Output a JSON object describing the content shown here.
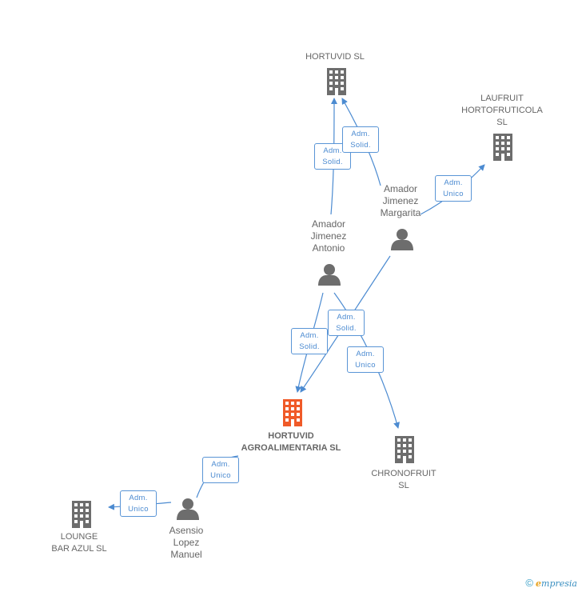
{
  "nodes": {
    "hortuvid_sl": {
      "label": "HORTUVID SL",
      "kind": "company"
    },
    "laufruit": {
      "label": "LAUFRUIT\nHORTOFRUTICOLA\nSL",
      "kind": "company"
    },
    "amador_margarita": {
      "label": "Amador\nJimenez\nMargarita",
      "kind": "person"
    },
    "amador_antonio": {
      "label": "Amador\nJimenez\nAntonio",
      "kind": "person"
    },
    "hortuvid_agro": {
      "label": "HORTUVID\nAGROALIMENTARIA SL",
      "kind": "company-main"
    },
    "chronofruit": {
      "label": "CHRONOFRUIT\nSL",
      "kind": "company"
    },
    "lounge": {
      "label": "LOUNGE\nBAR AZUL SL",
      "kind": "company"
    },
    "asensio": {
      "label": "Asensio\nLopez\nManuel",
      "kind": "person"
    }
  },
  "edges": {
    "antonio_hortuvid": {
      "label": "Adm.\nSolid."
    },
    "margarita_hortuvid": {
      "label": "Adm.\nSolid."
    },
    "margarita_laufruit": {
      "label": "Adm.\nUnico"
    },
    "antonio_agro": {
      "label": "Adm.\nSolid."
    },
    "margarita_agro": {
      "label": "Adm.\nSolid."
    },
    "antonio_chronofruit": {
      "label": "Adm.\nUnico"
    },
    "asensio_agro": {
      "label": "Adm.\nUnico"
    },
    "asensio_lounge": {
      "label": "Adm.\nUnico"
    }
  },
  "colors": {
    "edge": "#4c8bd1",
    "company": "#6d6d6d",
    "main_company": "#f05a28",
    "person": "#6d6d6d"
  },
  "brand": {
    "copyright": "©",
    "initial": "e",
    "rest": "mpresia"
  }
}
